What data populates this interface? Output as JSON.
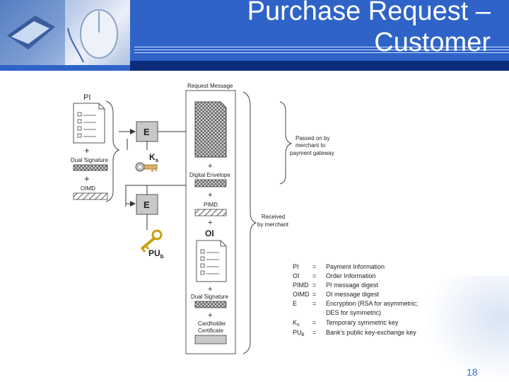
{
  "slide": {
    "title_line1": "Purchase Request –",
    "title_line2": "Customer",
    "page_number": "18"
  },
  "diagram": {
    "pi_label": "PI",
    "plus": "+",
    "dual_signature": "Dual Signature",
    "oimd_label": "OIMD",
    "encrypt_label": "E",
    "ks_label": "K",
    "ks_sub": "s",
    "pub_label": "PU",
    "pub_sub": "b",
    "request_message": "Request Message",
    "digital_envelope": "Digital Envelope",
    "pimd_label": "PIMD",
    "oi_label": "OI",
    "cardholder_line1": "Cardholder",
    "cardholder_line2": "Certificate",
    "passed_line1": "Passed on by",
    "passed_line2": "merchant to",
    "passed_line3": "payment gateway",
    "received_line1": "Received",
    "received_line2": "by merchant"
  },
  "legend": [
    {
      "abbr": "PI",
      "eq": "=",
      "desc": "Payment Information"
    },
    {
      "abbr": "OI",
      "eq": "=",
      "desc": "Order Information"
    },
    {
      "abbr": "PIMD",
      "eq": "=",
      "desc": "PI message digest"
    },
    {
      "abbr": "OIMD",
      "eq": "=",
      "desc": "OI message digest"
    },
    {
      "abbr": "E",
      "eq": "=",
      "desc": "Encryption (RSA for asymmetric;"
    },
    {
      "abbr": "",
      "eq": "",
      "desc": "DES for symmetric)"
    },
    {
      "abbr": "K",
      "eq": "=",
      "desc": "Temporary symmetric key",
      "sub": "s"
    },
    {
      "abbr": "PU",
      "eq": "=",
      "desc": "Bank's public key-exchange key",
      "sub": "b"
    }
  ]
}
